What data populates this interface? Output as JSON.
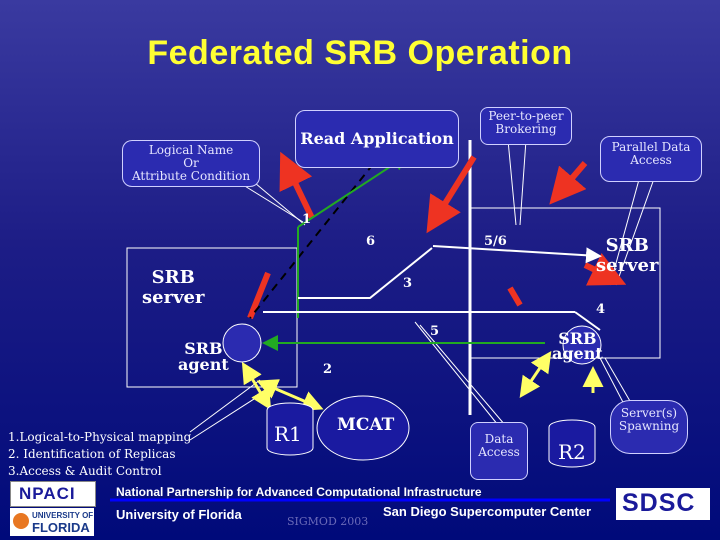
{
  "title": "Federated SRB Operation",
  "callouts": {
    "logical_name": [
      "Logical Name",
      "Or",
      "Attribute Condition"
    ],
    "read_application": "Read Application",
    "peer_to_peer": [
      "Peer-to-peer",
      "Brokering"
    ],
    "parallel_data": [
      "Parallel Data",
      "Access"
    ],
    "data_access": [
      "Data",
      "Access"
    ],
    "server_spawning": [
      "Server(s)",
      "Spawning"
    ]
  },
  "nodes": {
    "srb_server_left": [
      "SRB",
      "server"
    ],
    "srb_agent_left": [
      "SRB",
      "agent"
    ],
    "srb_server_right": [
      "SRB",
      "server"
    ],
    "srb_agent_right": [
      "SRB",
      "agent"
    ],
    "r1": "R1",
    "r2": "R2",
    "mcat": "MCAT"
  },
  "step_numbers": {
    "n1": "1",
    "n6": "6",
    "n56": "5/6",
    "n3": "3",
    "n4": "4",
    "n5": "5",
    "n2": "2"
  },
  "legend_steps": [
    "1.Logical-to-Physical mapping",
    "2. Identification of Replicas",
    "3.Access & Audit Control"
  ],
  "footer": {
    "npaci_logo": "NPACI",
    "npaci_text": "National Partnership for Advanced Computational Infrastructure",
    "uf_logo": [
      "UNIVERSITY OF",
      "FLORIDA"
    ],
    "uf_text": "University of Florida",
    "conference": "SIGMOD 2003",
    "sdsc_center": "San Diego Supercomputer Center",
    "sdsc_logo": "SDSC"
  },
  "colors": {
    "title": "#ffff33",
    "arrow_red": "#ee3322",
    "arrow_green": "#22aa22",
    "arrow_yellow": "#ffff66",
    "box_border": "#ffffff"
  }
}
